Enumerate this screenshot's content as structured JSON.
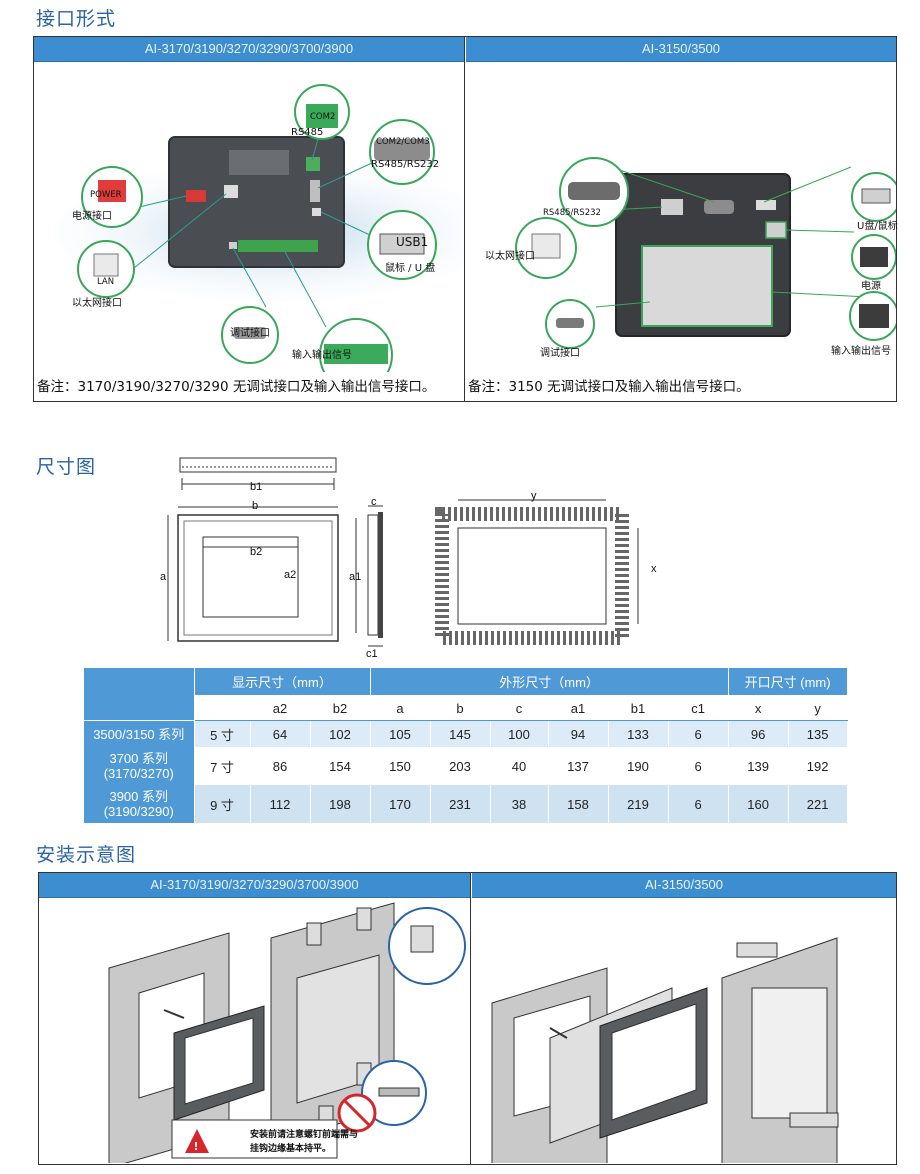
{
  "interface": {
    "title": "接口形式",
    "left_header": "AI-3170/3190/3270/3290/3700/3900",
    "right_header": "AI-3150/3500",
    "left_labels": {
      "com2_small": "COM2",
      "rs485": "RS485",
      "com2_com3": "COM2/COM3",
      "rs485_rs232": "RS485/RS232",
      "power": "POWER",
      "power_port": "电源接口",
      "usb1": "USB1",
      "mouse_udisk": "鼠标 / U 盘",
      "lan": "LAN",
      "ethernet": "以太网接口",
      "debug": "调试接口",
      "io": "输入输出信号"
    },
    "right_labels": {
      "rs485_rs232": "RS485/RS232",
      "udisk_mouse": "U盘/鼠标",
      "ethernet": "以太网接口",
      "power": "电源",
      "debug": "调试接口",
      "io": "输入输出信号"
    },
    "left_note": "备注：3170/3190/3270/3290 无调试接口及输入输出信号接口。",
    "right_note": "备注：3150 无调试接口及输入输出信号接口。"
  },
  "dimensions": {
    "title": "尺寸图",
    "labels": {
      "b1": "b1",
      "b": "b",
      "b2": "b2",
      "a": "a",
      "a2": "a2",
      "c": "c",
      "a1": "a1",
      "c1": "c1",
      "y": "y",
      "x": "x"
    }
  },
  "spec_table": {
    "group_headers": [
      "显示尺寸（mm）",
      "外形尺寸（mm）",
      "开口尺寸 (mm)"
    ],
    "sub_headers": [
      "a2",
      "b2",
      "a",
      "b",
      "c",
      "a1",
      "b1",
      "c1",
      "x",
      "y"
    ],
    "rows": [
      {
        "series_line1": "3500/3150 系列",
        "series_line2": "",
        "size": "5 寸",
        "values": [
          "64",
          "102",
          "105",
          "145",
          "100",
          "94",
          "133",
          "6",
          "96",
          "135"
        ]
      },
      {
        "series_line1": "3700 系列",
        "series_line2": "(3170/3270)",
        "size": "7 寸",
        "values": [
          "86",
          "154",
          "150",
          "203",
          "40",
          "137",
          "190",
          "6",
          "139",
          "192"
        ]
      },
      {
        "series_line1": "3900 系列",
        "series_line2": "(3190/3290)",
        "size": "9 寸",
        "values": [
          "112",
          "198",
          "170",
          "231",
          "38",
          "158",
          "219",
          "6",
          "160",
          "221"
        ]
      }
    ]
  },
  "install": {
    "title": "安装示意图",
    "left_header": "AI-3170/3190/3270/3290/3700/3900",
    "right_header": "AI-3150/3500",
    "warning_line1": "安装前请注意螺钉前端需与",
    "warning_line2": "挂钩边缘基本持平。"
  }
}
